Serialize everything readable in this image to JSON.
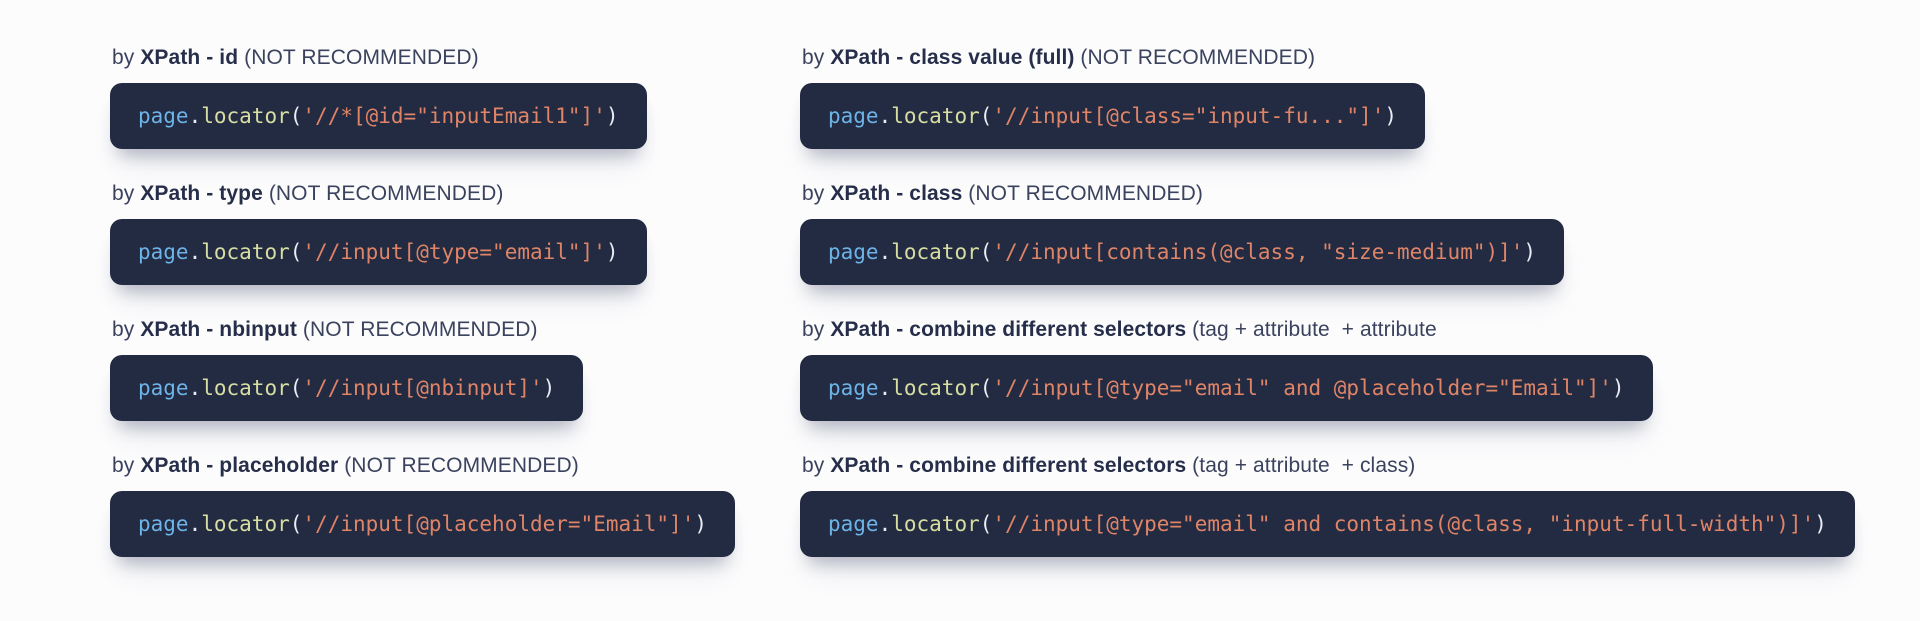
{
  "colors": {
    "page_background": "#fcfcfd",
    "code_block_background": "#222b42",
    "label_text": "#3a425e",
    "label_bold_text": "#262e4a",
    "token_object": "#6db3e8",
    "token_punctuation": "#e9ecf4",
    "token_method": "#d8dda1",
    "token_string": "#df8467"
  },
  "columns": [
    {
      "side": "left",
      "items": [
        {
          "label_pre": "by ",
          "label_bold": "XPath - id",
          "label_note": " (NOT RECOMMENDED)",
          "code_object": "page",
          "code_dot": ".",
          "code_method": "locator",
          "code_open": "(",
          "code_string": "'//*[@id=\"inputEmail1\"]'",
          "code_close": ")"
        },
        {
          "label_pre": "by ",
          "label_bold": "XPath - type",
          "label_note": " (NOT RECOMMENDED)",
          "code_object": "page",
          "code_dot": ".",
          "code_method": "locator",
          "code_open": "(",
          "code_string": "'//input[@type=\"email\"]'",
          "code_close": ")"
        },
        {
          "label_pre": "by ",
          "label_bold": "XPath - nbinput",
          "label_note": " (NOT RECOMMENDED)",
          "code_object": "page",
          "code_dot": ".",
          "code_method": "locator",
          "code_open": "(",
          "code_string": "'//input[@nbinput]'",
          "code_close": ")"
        },
        {
          "label_pre": "by ",
          "label_bold": "XPath - placeholder",
          "label_note": " (NOT RECOMMENDED)",
          "code_object": "page",
          "code_dot": ".",
          "code_method": "locator",
          "code_open": "(",
          "code_string": "'//input[@placeholder=\"Email\"]'",
          "code_close": ")"
        }
      ]
    },
    {
      "side": "right",
      "items": [
        {
          "label_pre": "by ",
          "label_bold": "XPath - class value (full)",
          "label_note": " (NOT RECOMMENDED)",
          "code_object": "page",
          "code_dot": ".",
          "code_method": "locator",
          "code_open": "(",
          "code_string": "'//input[@class=\"input-fu...\"]'",
          "code_close": ")"
        },
        {
          "label_pre": "by ",
          "label_bold": "XPath - class",
          "label_note": " (NOT RECOMMENDED)",
          "code_object": "page",
          "code_dot": ".",
          "code_method": "locator",
          "code_open": "(",
          "code_string": "'//input[contains(@class, \"size-medium\")]'",
          "code_close": ")"
        },
        {
          "label_pre": "by ",
          "label_bold": "XPath - combine different selectors",
          "label_note": " (tag + attribute  + attribute",
          "code_object": "page",
          "code_dot": ".",
          "code_method": "locator",
          "code_open": "(",
          "code_string": "'//input[@type=\"email\" and @placeholder=\"Email\"]'",
          "code_close": ")"
        },
        {
          "label_pre": "by ",
          "label_bold": "XPath - combine different selectors",
          "label_note": " (tag + attribute  + class)",
          "code_object": "page",
          "code_dot": ".",
          "code_method": "locator",
          "code_open": "(",
          "code_string": "'//input[@type=\"email\" and contains(@class, \"input-full-width\")]'",
          "code_close": ")"
        }
      ]
    }
  ]
}
